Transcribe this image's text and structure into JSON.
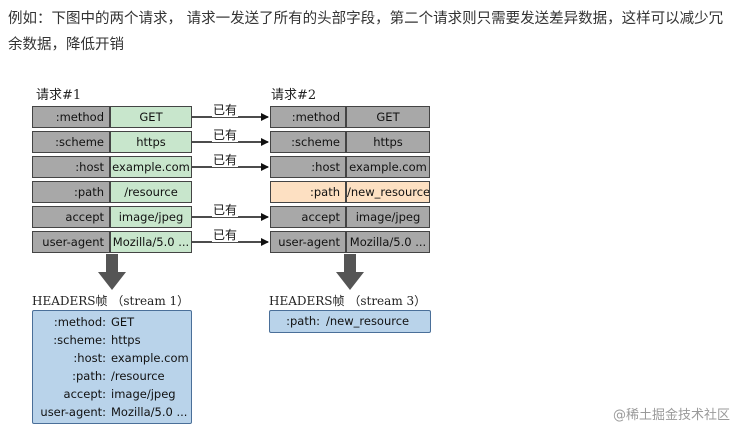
{
  "intro_text": "例如：下图中的两个请求， 请求一发送了所有的头部字段，第二个请求则只需要发送差异数据，这样可以减少冗余数据，降低开销",
  "diagram": {
    "request1_label": "请求#1",
    "request2_label": "请求#2",
    "request1_rows": [
      {
        "key": ":method",
        "value": "GET"
      },
      {
        "key": ":scheme",
        "value": "https"
      },
      {
        "key": ":host",
        "value": "example.com"
      },
      {
        "key": ":path",
        "value": "/resource"
      },
      {
        "key": "accept",
        "value": "image/jpeg"
      },
      {
        "key": "user-agent",
        "value": "Mozilla/5.0 ..."
      }
    ],
    "request2_rows": [
      {
        "key": ":method",
        "value": "GET"
      },
      {
        "key": ":scheme",
        "value": "https"
      },
      {
        "key": ":host",
        "value": "example.com"
      },
      {
        "key": ":path",
        "value": "/new_resource"
      },
      {
        "key": "accept",
        "value": "image/jpeg"
      },
      {
        "key": "user-agent",
        "value": "Mozilla/5.0 ..."
      }
    ],
    "arrow_label": "已有",
    "frame1_title": "HEADERS帧 （stream 1）",
    "frame3_title": "HEADERS帧 （stream 3）",
    "frame1_rows": [
      {
        "key": ":method:",
        "value": "GET"
      },
      {
        "key": ":scheme:",
        "value": "https"
      },
      {
        "key": ":host:",
        "value": "example.com"
      },
      {
        "key": ":path:",
        "value": "/resource"
      },
      {
        "key": "accept:",
        "value": "image/jpeg"
      },
      {
        "key": "user-agent:",
        "value": "Mozilla/5.0 ..."
      }
    ],
    "frame3_rows": [
      {
        "key": ":path:",
        "value": "/new_resource"
      }
    ],
    "colors": {
      "key_cell": "#a8a8a8",
      "value_cell_req1": "#c8e6cc",
      "changed_row": "#fde0c2",
      "frame_fill": "#b9d3ea",
      "frame_border": "#4a6f99",
      "down_arrow": "#555555"
    }
  },
  "watermark": "@稀土掘金技术社区"
}
